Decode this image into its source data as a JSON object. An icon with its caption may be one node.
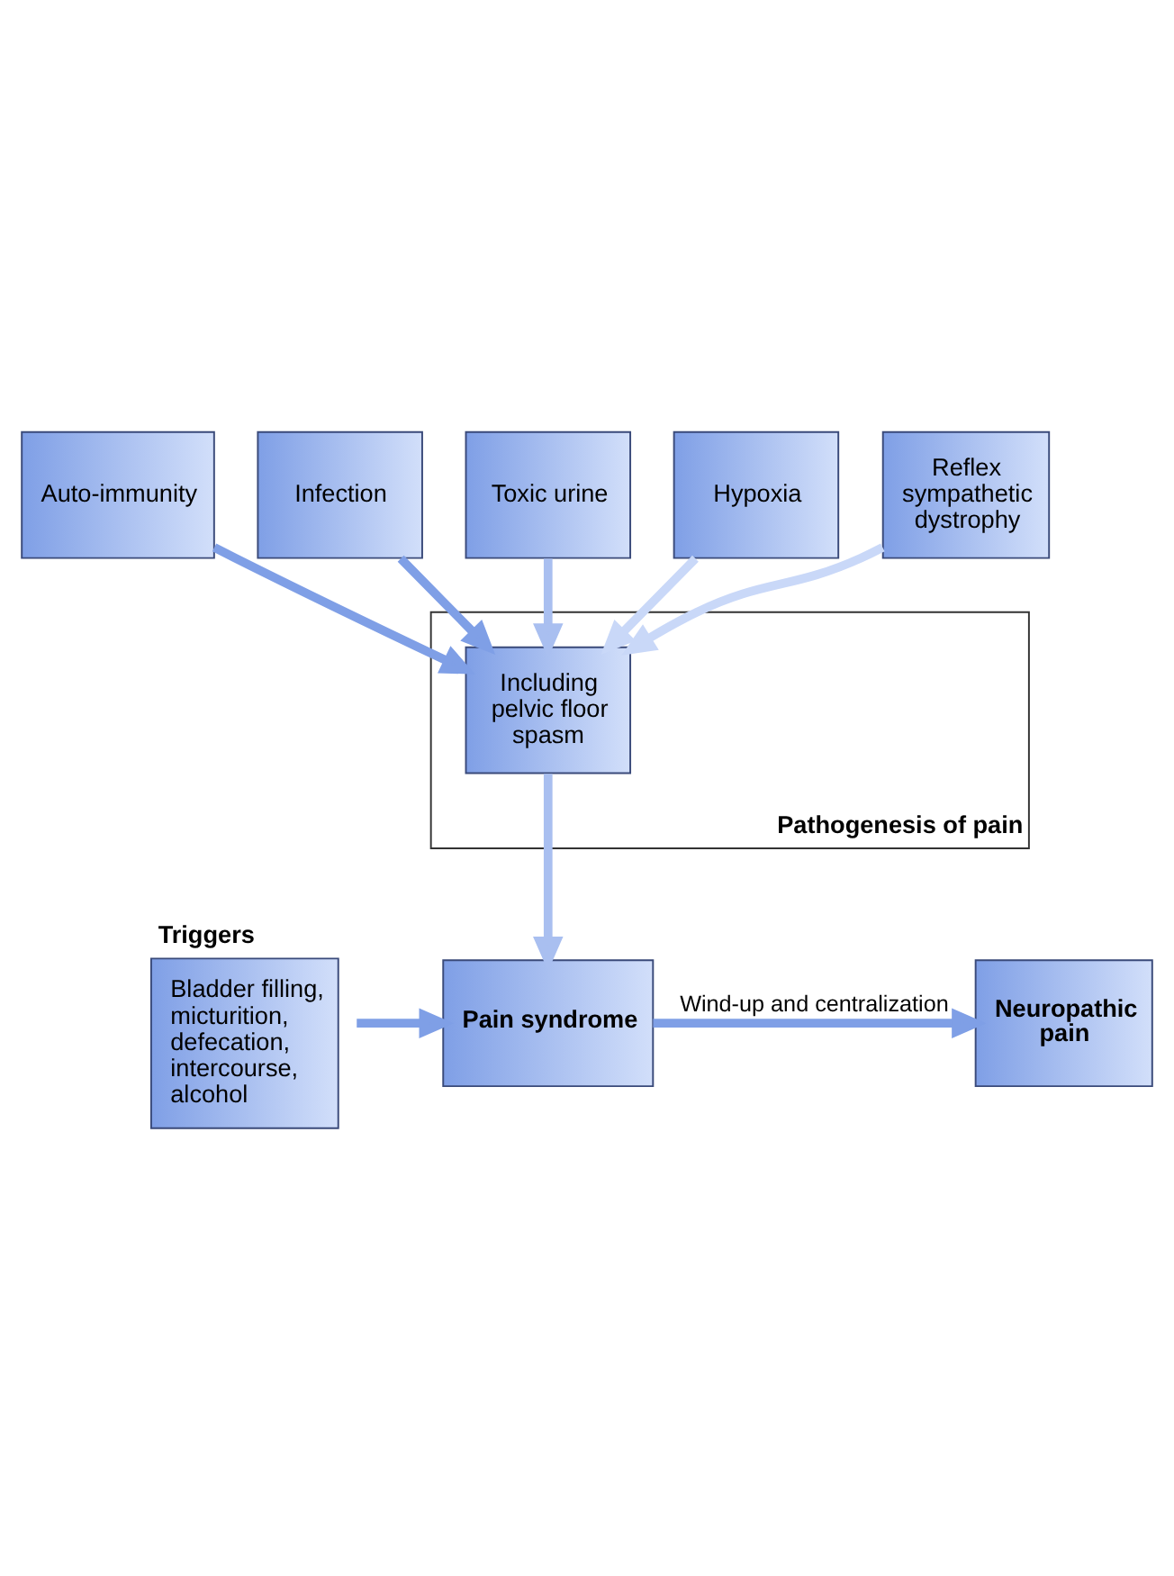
{
  "diagram": {
    "nodes": [
      {
        "text": [
          "Auto-immunity"
        ]
      },
      {
        "text": [
          "Infection"
        ]
      },
      {
        "text": [
          "Toxic urine"
        ]
      },
      {
        "text": [
          "Hypoxia"
        ]
      },
      {
        "text": [
          "Reflex sympathetic dystrophy"
        ]
      },
      {
        "text": [
          "Pathogenesis of pain"
        ]
      },
      {
        "text": [
          "Including pelvic floor spasm"
        ],
        "in": 5
      },
      {
        "text": [
          "Triggers",
          "Bladder filling, micturition, defecation, intercourse, alcohol"
        ]
      },
      {
        "text": [
          "Pain syndrome"
        ]
      },
      {
        "text": [
          "Neuropathic pain"
        ]
      }
    ],
    "edges": [
      {
        "from": 0,
        "to": 6,
        "arrow": "to"
      },
      {
        "from": 1,
        "to": 6,
        "arrow": "to"
      },
      {
        "from": 2,
        "to": 6,
        "arrow": "to",
        "color": "#a9bff0"
      },
      {
        "from": 3,
        "to": 6,
        "arrow": "to",
        "color": "#c9d8f8"
      },
      {
        "from": 4,
        "to": 6,
        "arrow": "to",
        "color": "#c9d8f8"
      },
      {
        "from": 6,
        "to": 8,
        "arrow": "to",
        "color": "#a9bff0"
      },
      {
        "from": 7,
        "to": 8,
        "arrow": "to"
      },
      {
        "from": 8,
        "to": 9,
        "arrow": "to",
        "label": "Wind-up and centralization"
      }
    ]
  }
}
